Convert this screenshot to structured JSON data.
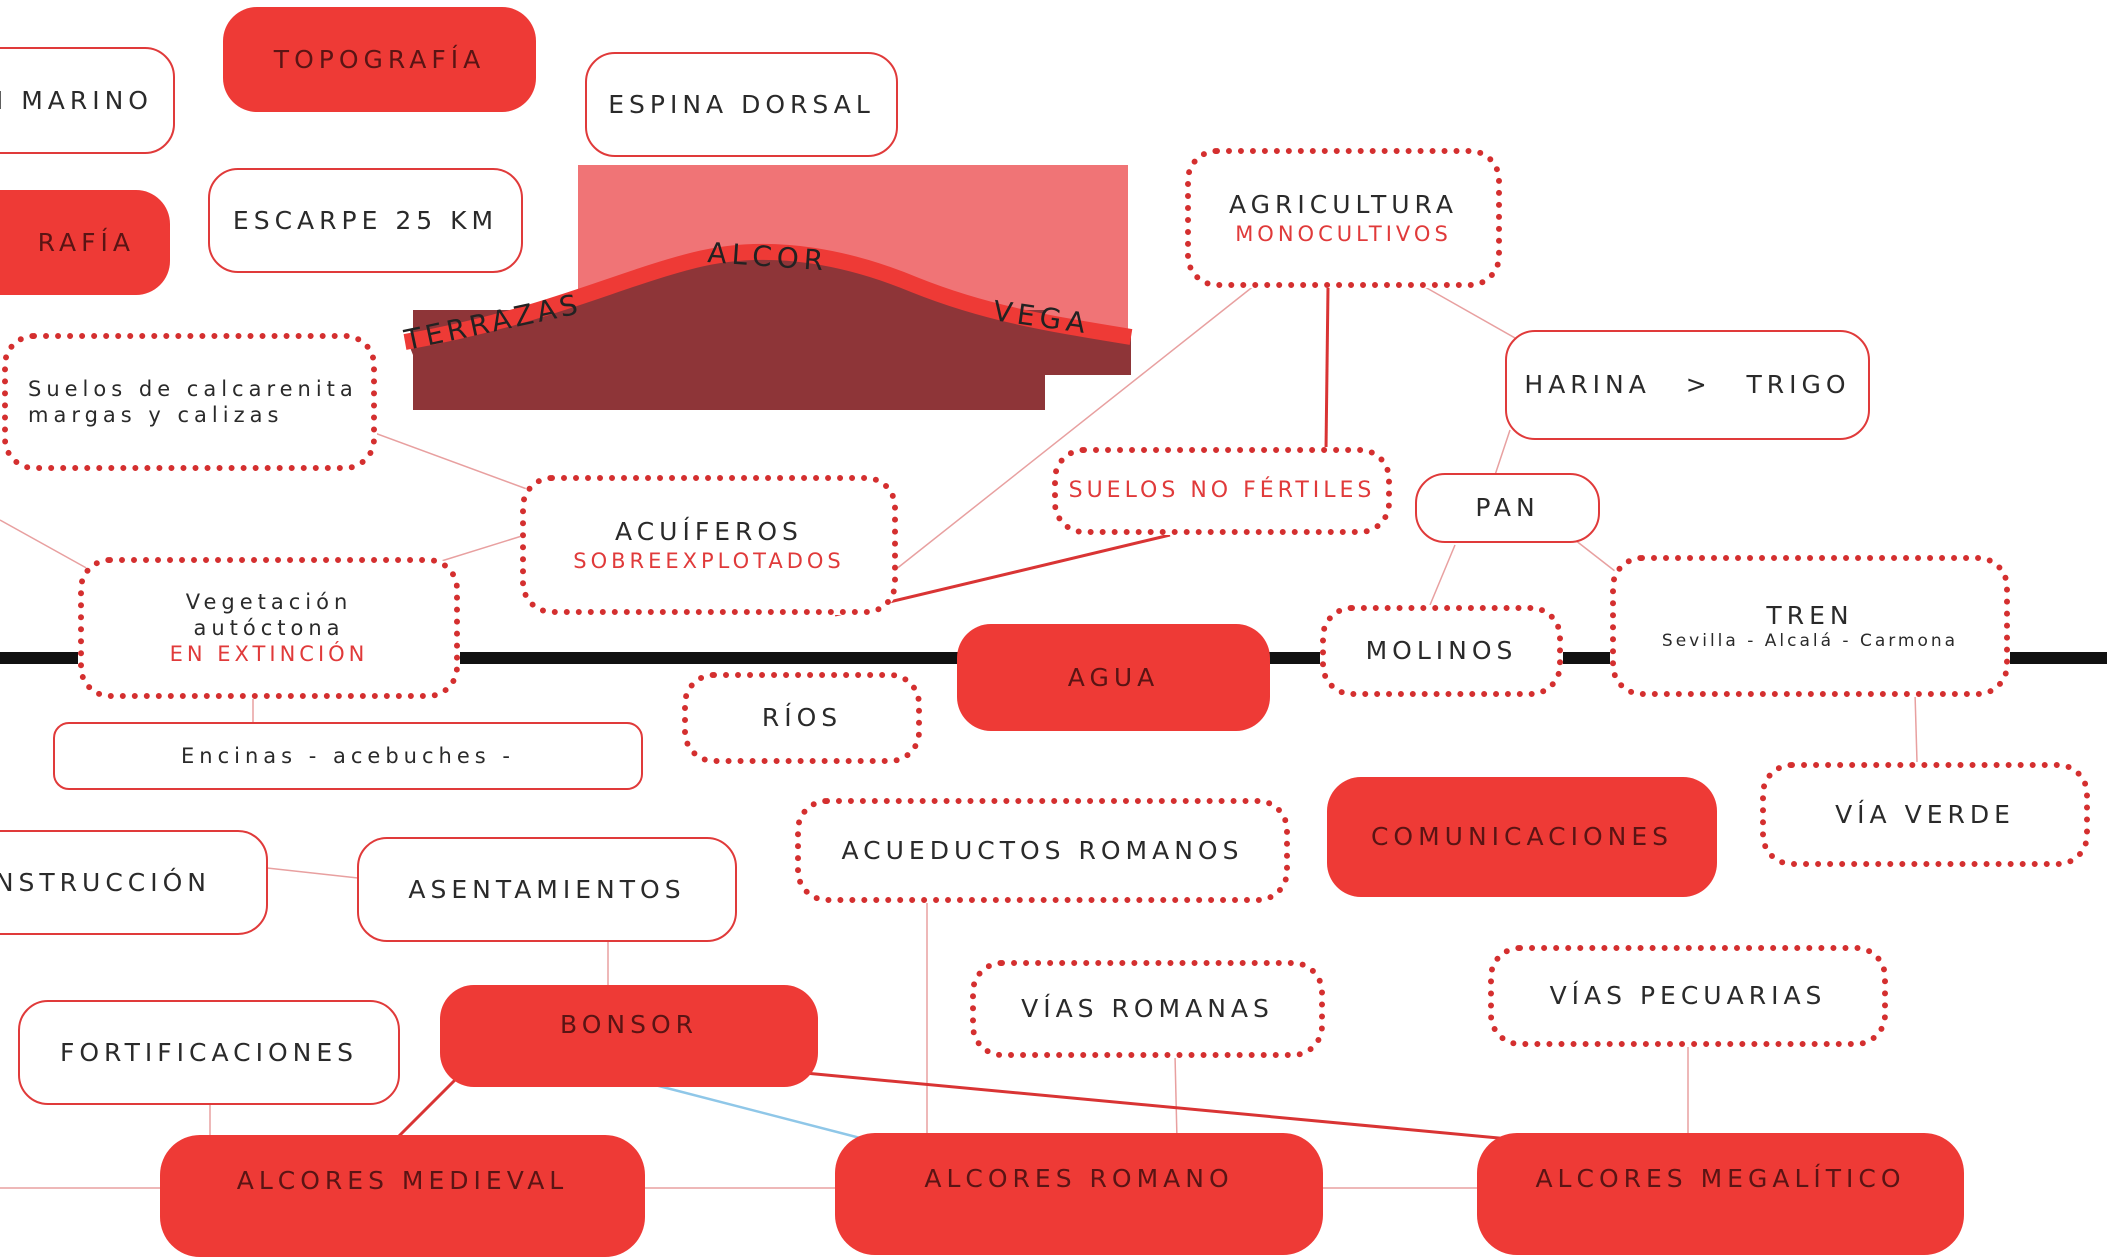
{
  "nodes": {
    "topografia_top": "TOPOGRAFÍA",
    "marino": "N MARINO",
    "espina": "ESPINA DORSAL",
    "rafia": "RAFÍA",
    "escarpe": "ESCARPE 25 KM",
    "suelos": [
      "Suelos de calcarenita",
      "margas y calizas"
    ],
    "agricultura": "AGRICULTURA",
    "monocultivos": "MONOCULTIVOS",
    "harina": "HARINA",
    "gt": ">",
    "trigo": "TRIGO",
    "suelos_no_fertiles": "SUELOS NO FÉRTILES",
    "pan": "PAN",
    "acuiferos": "ACUÍFEROS",
    "sobreexplotados": "SOBREEXPLOTADOS",
    "vegetacion": [
      "Vegetación",
      "autóctona"
    ],
    "en_extincion": "EN EXTINCIÓN",
    "molinos": "MOLINOS",
    "tren": "TREN",
    "tren_sub": "Sevilla -  Alcalá - Carmona",
    "agua": "AGUA",
    "rios": "RÍOS",
    "encinas": "Encinas - acebuches -",
    "comunicaciones": "COMUNICACIONES",
    "via_verde": "VÍA VERDE",
    "acueductos": "ACUEDUCTOS ROMANOS",
    "construccion": "NSTRUCCIÓN",
    "asentamientos": "ASENTAMIENTOS",
    "vias_romanas": "VÍAS ROMANAS",
    "vias_pecuarias": "VÍAS PECUARIAS",
    "fortificaciones": "FORTIFICACIONES",
    "bonsor": "BONSOR",
    "medieval": "ALCORES MEDIEVAL",
    "romano": "ALCORES ROMANO",
    "megalitico": "ALCORES MEGALÍTICO"
  },
  "profile_labels": {
    "terrazas": "TERRAZAS",
    "alcor": "ALCOR",
    "vega": "VEGA"
  },
  "colors": {
    "accent": "#ee3a36",
    "dotted_border": "#d42f2f",
    "profile_sky": "#f07476",
    "profile_ground": "#8e3538",
    "timeline": "#111111",
    "connector": "#e8a0a0",
    "blue_connector": "#8fc7e8"
  }
}
